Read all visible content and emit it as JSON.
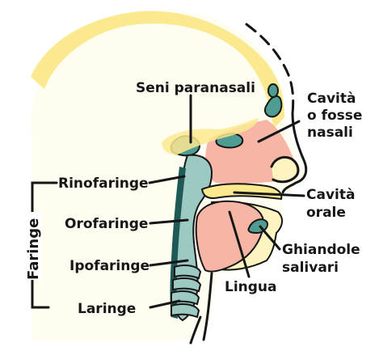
{
  "labels": {
    "seni_paranasali": "Seni paranasali",
    "cavita_fosse_1": "Cavità",
    "cavita_fosse_2": "o fosse",
    "cavita_fosse_3": "nasali",
    "rinofaringe": "Rinofaringe",
    "cavita_orale_1": "Cavità",
    "cavita_orale_2": "orale",
    "orofaringe": "Orofaringe",
    "ghiandole_1": "Ghiandole",
    "ghiandole_2": "salivari",
    "ipofaringe": "Ipofaringe",
    "lingua": "Lingua",
    "laringe": "Laringe",
    "faringe": "Faringe"
  },
  "colors": {
    "skin_outline": "#fbe98f",
    "skin_fill": "#fdf4c0",
    "tissue_pink": "#f6b5a5",
    "teal": "#4f9c92",
    "teal_light": "#9cc9c2",
    "teal_dark": "#1f5a57",
    "ink": "#161616"
  }
}
